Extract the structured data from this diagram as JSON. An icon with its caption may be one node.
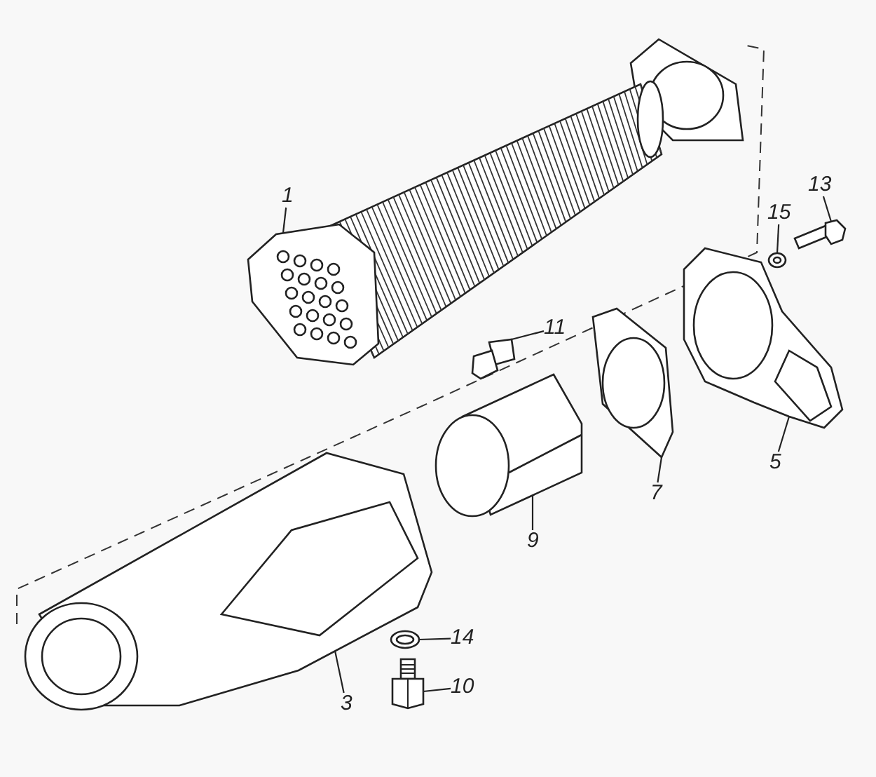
{
  "diagram": {
    "nodes": [
      {
        "text": [
          "1"
        ]
      },
      {
        "text": [
          "13"
        ]
      },
      {
        "text": [
          "15"
        ]
      },
      {
        "text": [
          "11"
        ]
      },
      {
        "text": [
          "5"
        ]
      },
      {
        "text": [
          "7"
        ]
      },
      {
        "text": [
          "9"
        ]
      },
      {
        "text": [
          "14"
        ]
      },
      {
        "text": [
          "3"
        ]
      },
      {
        "text": [
          "10"
        ]
      },
      {
        "text": [],
        "shape": "picture"
      },
      {
        "text": [],
        "shape": "picture"
      },
      {
        "text": [],
        "shape": "picture"
      },
      {
        "text": [],
        "shape": "picture"
      },
      {
        "text": [],
        "shape": "picture"
      },
      {
        "text": [],
        "shape": "picture"
      },
      {
        "text": [],
        "shape": "picture"
      },
      {
        "text": [],
        "shape": "picture"
      },
      {
        "text": [],
        "shape": "picture"
      },
      {
        "text": [],
        "shape": "picture"
      }
    ],
    "edges": [
      {
        "from": 0,
        "to": 10,
        "arrow": "none"
      },
      {
        "from": 1,
        "to": 11,
        "arrow": "none"
      },
      {
        "from": 2,
        "to": 12,
        "arrow": "none"
      },
      {
        "from": 3,
        "to": 13,
        "arrow": "none"
      },
      {
        "from": 4,
        "to": 14,
        "arrow": "none"
      },
      {
        "from": 5,
        "to": 15,
        "arrow": "none"
      },
      {
        "from": 6,
        "to": 16,
        "arrow": "none"
      },
      {
        "from": 7,
        "to": 17,
        "arrow": "none"
      },
      {
        "from": 8,
        "to": 18,
        "arrow": "none"
      },
      {
        "from": 9,
        "to": 19,
        "arrow": "none"
      }
    ]
  }
}
